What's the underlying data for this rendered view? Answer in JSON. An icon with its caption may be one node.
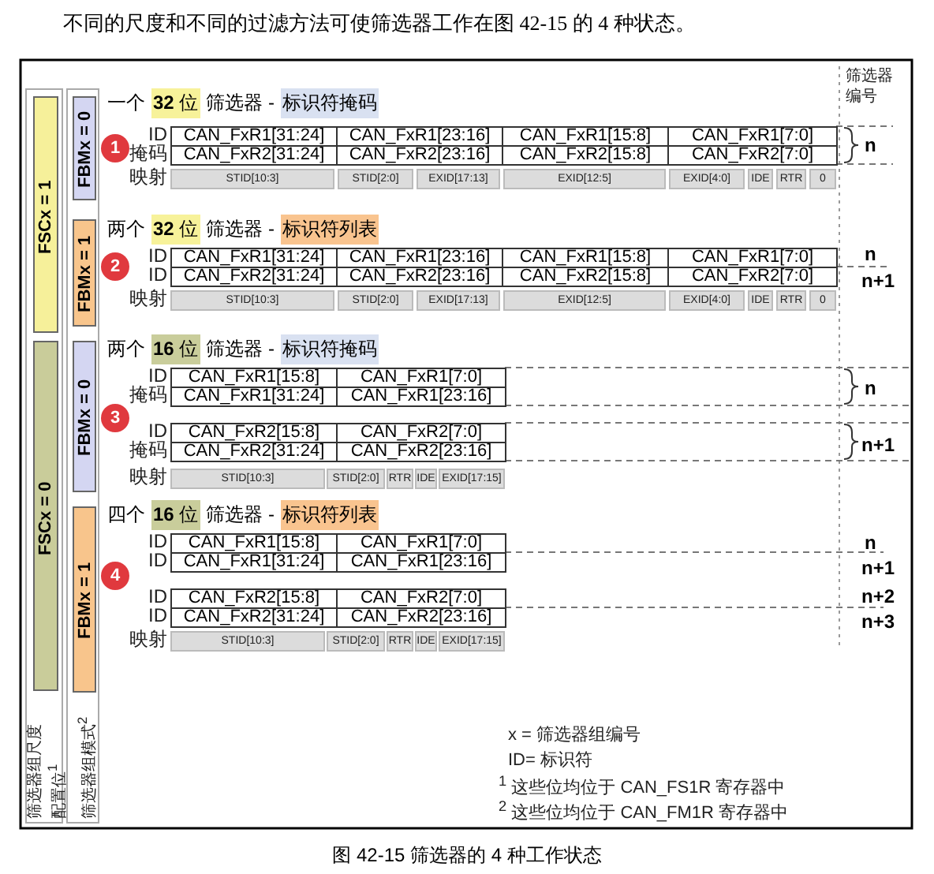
{
  "diagram": {
    "title": "不同的尺度和不同的过滤方法可使筛选器工作在图 42-15 的 4 种状态。",
    "caption": "图 42-15 筛选器的 4 种工作状态",
    "nodes": [
      {
        "text": [
          "筛选器组尺度配置位$^{1}$"
        ]
      },
      {
        "text": [
          "FSCx = 1"
        ],
        "in": 0
      },
      {
        "text": [
          "FSCx = 0"
        ],
        "in": 0
      },
      {
        "text": [
          "筛选器组模式$^{2}$"
        ]
      },
      {
        "text": [
          "FBMx = 0"
        ],
        "in": 3
      },
      {
        "text": [
          "FBMx = 1"
        ],
        "in": 3
      },
      {
        "text": [
          "FBMx = 0"
        ],
        "in": 3
      },
      {
        "text": [
          "FBMx = 1"
        ],
        "in": 3
      },
      {
        "text": [
          "1"
        ]
      },
      {
        "text": [
          "2"
        ]
      },
      {
        "text": [
          "3"
        ]
      },
      {
        "text": [
          "4"
        ]
      }
    ],
    "labels": [
      "筛选器编号",
      "一个",
      "**32** 位",
      "筛选器 -",
      "标识符掩码",
      "ID",
      "CAN_FxR1[31:24]",
      "CAN_FxR1[23:16]",
      "CAN_FxR1[15:8]",
      "CAN_FxR1[7:0]",
      "掩码",
      "CAN_FxR2[31:24]",
      "CAN_FxR2[23:16]",
      "CAN_FxR2[15:8]",
      "CAN_FxR2[7:0]",
      "映射",
      "STID[10:3]",
      "STID[2:0]",
      "EXID[17:13]",
      "EXID[12:5]",
      "EXID[4:0]",
      "IDE",
      "RTR",
      "0",
      "n",
      "两个",
      "**32** 位",
      "筛选器 -",
      "标识符列表",
      "ID",
      "CAN_FxR1[31:24]",
      "CAN_FxR1[23:16]",
      "CAN_FxR1[15:8]",
      "CAN_FxR1[7:0]",
      "ID",
      "CAN_FxR2[31:24]",
      "CAN_FxR2[23:16]",
      "CAN_FxR2[15:8]",
      "CAN_FxR2[7:0]",
      "映射",
      "STID[10:3]",
      "STID[2:0]",
      "EXID[17:13]",
      "EXID[12:5]",
      "EXID[4:0]",
      "IDE",
      "RTR",
      "0",
      "n",
      "n+1",
      "两个",
      "**16** 位",
      "筛选器 -",
      "标识符掩码",
      "ID",
      "CAN_FxR1[15:8]",
      "CAN_FxR1[7:0]",
      "掩码",
      "CAN_FxR1[31:24]",
      "CAN_FxR1[23:16]",
      "ID",
      "CAN_FxR2[15:8]",
      "CAN_FxR2[7:0]",
      "掩码",
      "CAN_FxR2[31:24]",
      "CAN_FxR2[23:16]",
      "映射",
      "STID[10:3]",
      "STID[2:0]",
      "RTR",
      "IDE",
      "EXID[17:15]",
      "n",
      "n+1",
      "四个",
      "**16** 位",
      "筛选器 -",
      "标识符列表",
      "ID",
      "CAN_FxR1[15:8]",
      "CAN_FxR1[7:0]",
      "ID",
      "CAN_FxR1[31:24]",
      "CAN_FxR1[23:16]",
      "ID",
      "CAN_FxR2[15:8]",
      "CAN_FxR2[7:0]",
      "ID",
      "CAN_FxR2[31:24]",
      "CAN_FxR2[23:16]",
      "映射",
      "STID[10:3]",
      "STID[2:0]",
      "RTR",
      "IDE",
      "EXID[17:15]",
      "n",
      "n+1",
      "n+2",
      "n+3",
      "x = 筛选器组编号",
      "ID= 标识符",
      "$^{1}$ 这些位均位于 CAN_FS1R 寄存器中",
      "$^{2}$ 这些位均位于 CAN_FM1R 寄存器中"
    ]
  }
}
